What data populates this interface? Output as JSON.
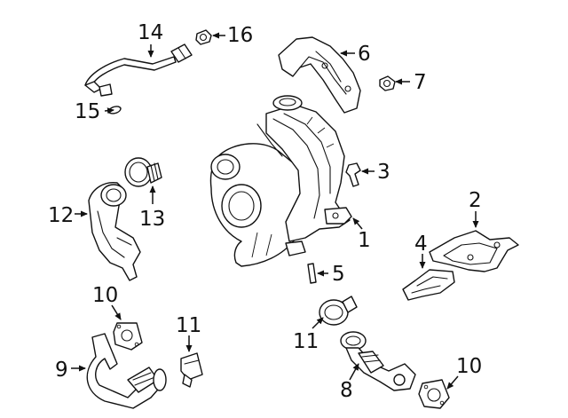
{
  "callouts": {
    "c1": "1",
    "c2": "2",
    "c3": "3",
    "c4": "4",
    "c5": "5",
    "c6": "6",
    "c7": "7",
    "c8": "8",
    "c9": "9",
    "c10a": "10",
    "c10b": "10",
    "c11a": "11",
    "c11b": "11",
    "c12": "12",
    "c13": "13",
    "c14": "14",
    "c15": "15",
    "c16": "16"
  },
  "colors": {
    "line": "#111111",
    "background": "#ffffff"
  }
}
